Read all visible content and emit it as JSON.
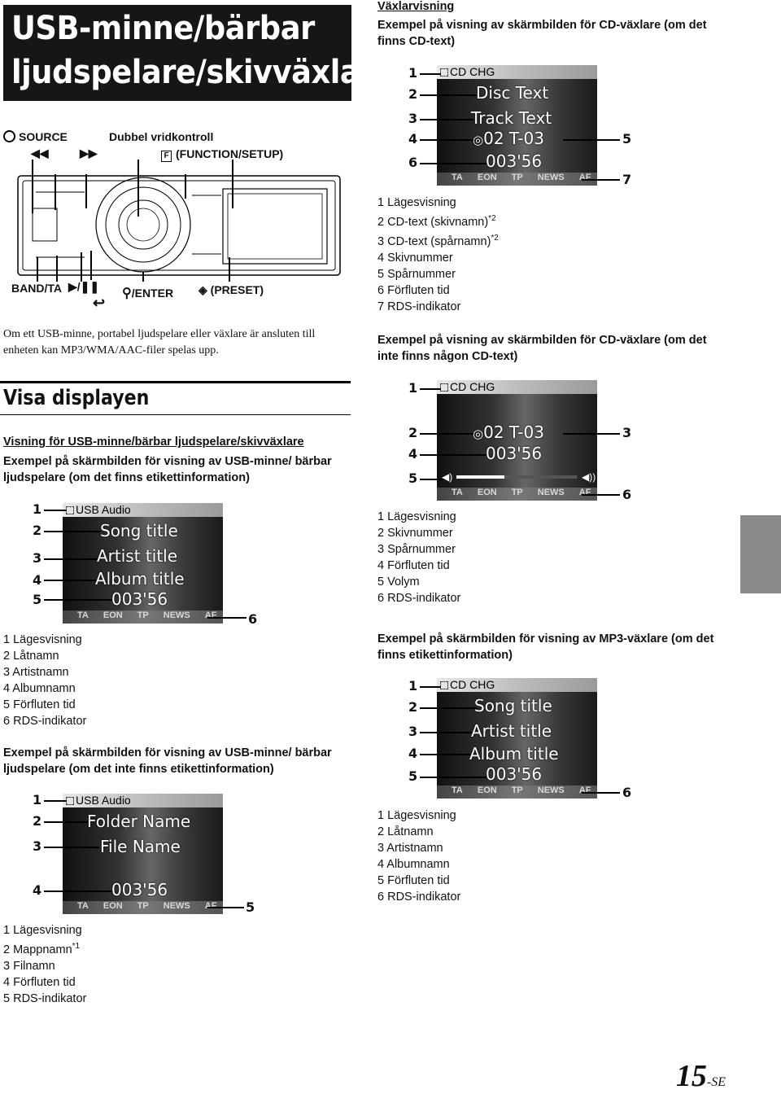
{
  "page_title": {
    "line1": "USB-minne/bärbar",
    "line2": "ljudspelare/skivväxlare"
  },
  "device": {
    "source": "SOURCE",
    "dial": "Dubbel vridkontroll",
    "function": "(FUNCTION/SETUP)",
    "prev_icon": "skip-back-icon",
    "next_icon": "skip-forward-icon",
    "band": "BAND/TA",
    "play_pause": "/",
    "enter": "/ENTER",
    "preset": "(PRESET)"
  },
  "intro_text": "Om ett USB-minne, portabel ljudspelare eller växlare är ansluten till enheten kan MP3/WMA/AAC-filer spelas upp.",
  "section_title": "Visa displayen",
  "usb": {
    "subtitle": "Visning för USB-minne/bärbar ljudspelare/skivväxlare",
    "ex1_title": "Exempel på skärmbilden för visning av USB-minne/ bärbar ljudspelare (om det finns etikettinformation)",
    "ex1_screen": {
      "header": "USB Audio",
      "lines": [
        "Song title",
        "Artist title",
        "Album title",
        "003'56"
      ],
      "rds": [
        "TA",
        "EON",
        "TP",
        "NEWS",
        "AF"
      ]
    },
    "ex1_nums": [
      "1",
      "2",
      "3",
      "4",
      "5",
      "6"
    ],
    "ex1_list": [
      "1 Lägesvisning",
      "2 Låtnamn",
      "3 Artistnamn",
      "4 Albumnamn",
      "5 Förfluten tid",
      "6 RDS-indikator"
    ],
    "ex2_title": "Exempel på skärmbilden för visning av USB-minne/ bärbar ljudspelare (om det inte finns etikettinformation)",
    "ex2_screen": {
      "header": "USB Audio",
      "lines": [
        "Folder Name",
        "File Name",
        "003'56"
      ],
      "rds": [
        "TA",
        "EON",
        "TP",
        "NEWS",
        "AF"
      ]
    },
    "ex2_nums": [
      "1",
      "2",
      "3",
      "4",
      "5"
    ],
    "ex2_list": [
      "1 Lägesvisning",
      "2 Mappnamn",
      "3 Filnamn",
      "4 Förfluten tid",
      "5 RDS-indikator"
    ],
    "ex2_footnote": "*1"
  },
  "changer": {
    "subtitle": "Växlarvisning",
    "ex1_title": "Exempel på visning av skärmbilden för CD-växlare (om det finns CD-text)",
    "ex1_screen": {
      "header": "CD CHG",
      "lines": [
        "Disc Text",
        "Track Text",
        "02  T-03",
        "003'56"
      ],
      "rds": [
        "TA",
        "EON",
        "TP",
        "NEWS",
        "AF"
      ]
    },
    "ex1_nums": [
      "1",
      "2",
      "3",
      "4",
      "6",
      "5",
      "7"
    ],
    "ex1_list": [
      "1 Lägesvisning",
      "2 CD-text (skivnamn)",
      "3 CD-text (spårnamn)",
      "4 Skivnummer",
      "5 Spårnummer",
      "6 Förfluten tid",
      "7 RDS-indikator"
    ],
    "ex1_footnote": "*2",
    "ex2_title": "Exempel på visning av skärmbilden för CD-växlare (om det inte finns någon CD-text)",
    "ex2_screen": {
      "header": "CD CHG",
      "lines": [
        "02  T-03",
        "003'56"
      ],
      "rds": [
        "TA",
        "EON",
        "TP",
        "NEWS",
        "AF"
      ]
    },
    "ex2_nums": [
      "1",
      "2",
      "4",
      "5",
      "3",
      "6"
    ],
    "ex2_list": [
      "1 Lägesvisning",
      "2 Skivnummer",
      "3 Spårnummer",
      "4 Förfluten tid",
      "5 Volym",
      "6 RDS-indikator"
    ],
    "ex3_title": "Exempel på skärmbilden för visning av MP3-växlare (om det finns etikettinformation)",
    "ex3_screen": {
      "header": "CD CHG",
      "lines": [
        "Song title",
        "Artist title",
        "Album title",
        "003'56"
      ],
      "rds": [
        "TA",
        "EON",
        "TP",
        "NEWS",
        "AF"
      ]
    },
    "ex3_nums": [
      "1",
      "2",
      "3",
      "4",
      "5",
      "6"
    ],
    "ex3_list": [
      "1 Lägesvisning",
      "2 Låtnamn",
      "3 Artistnamn",
      "4 Albumnamn",
      "5 Förfluten tid",
      "6 RDS-indikator"
    ]
  },
  "page_number": "15",
  "page_suffix": "-SE"
}
